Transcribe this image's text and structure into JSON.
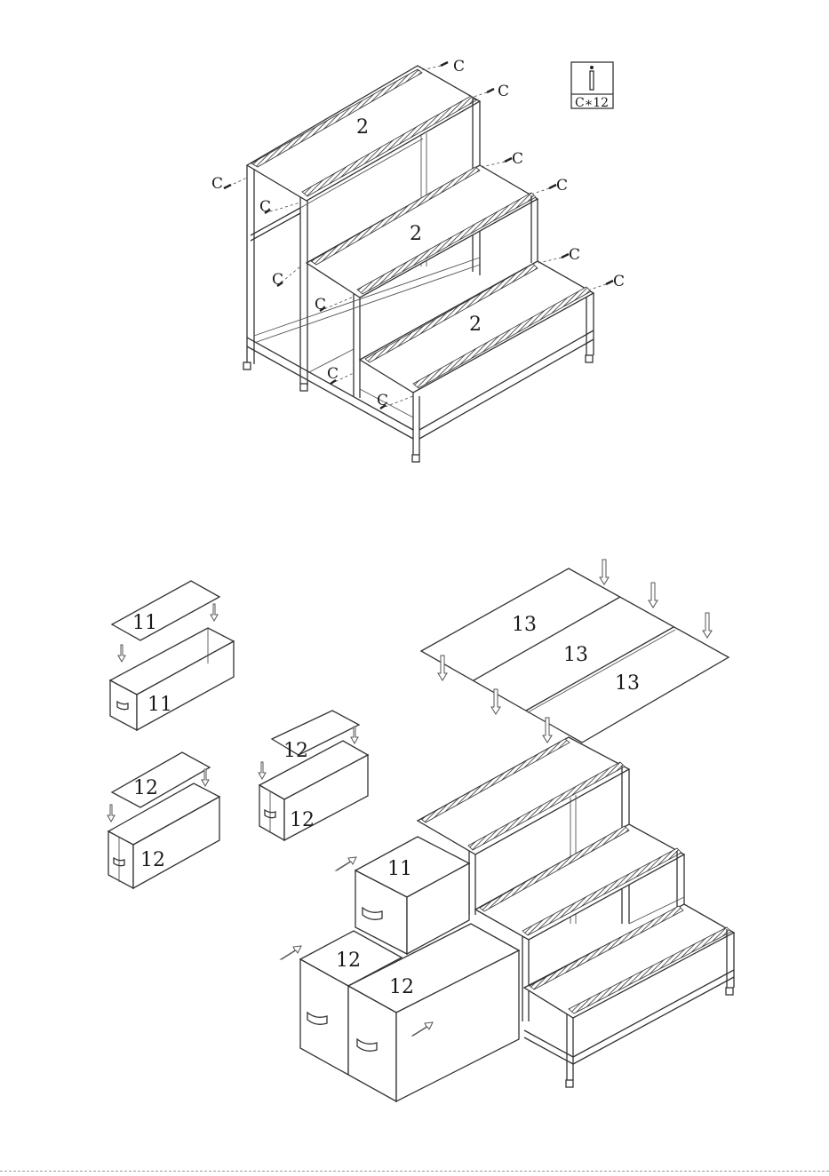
{
  "hardware": {
    "icon": "screw-icon",
    "label": "C∗12"
  },
  "step1": {
    "step_labels": [
      "2",
      "2",
      "2"
    ],
    "screw_labels": [
      "C",
      "C",
      "C",
      "C",
      "C",
      "C",
      "C",
      "C",
      "C",
      "C",
      "C",
      "C"
    ]
  },
  "step2": {
    "top_panels": [
      "13",
      "13",
      "13"
    ],
    "loose_lids": [
      "11",
      "12",
      "12"
    ],
    "loose_boxes": [
      "11",
      "12",
      "12"
    ],
    "inserted_boxes": [
      "11",
      "12",
      "12"
    ]
  }
}
